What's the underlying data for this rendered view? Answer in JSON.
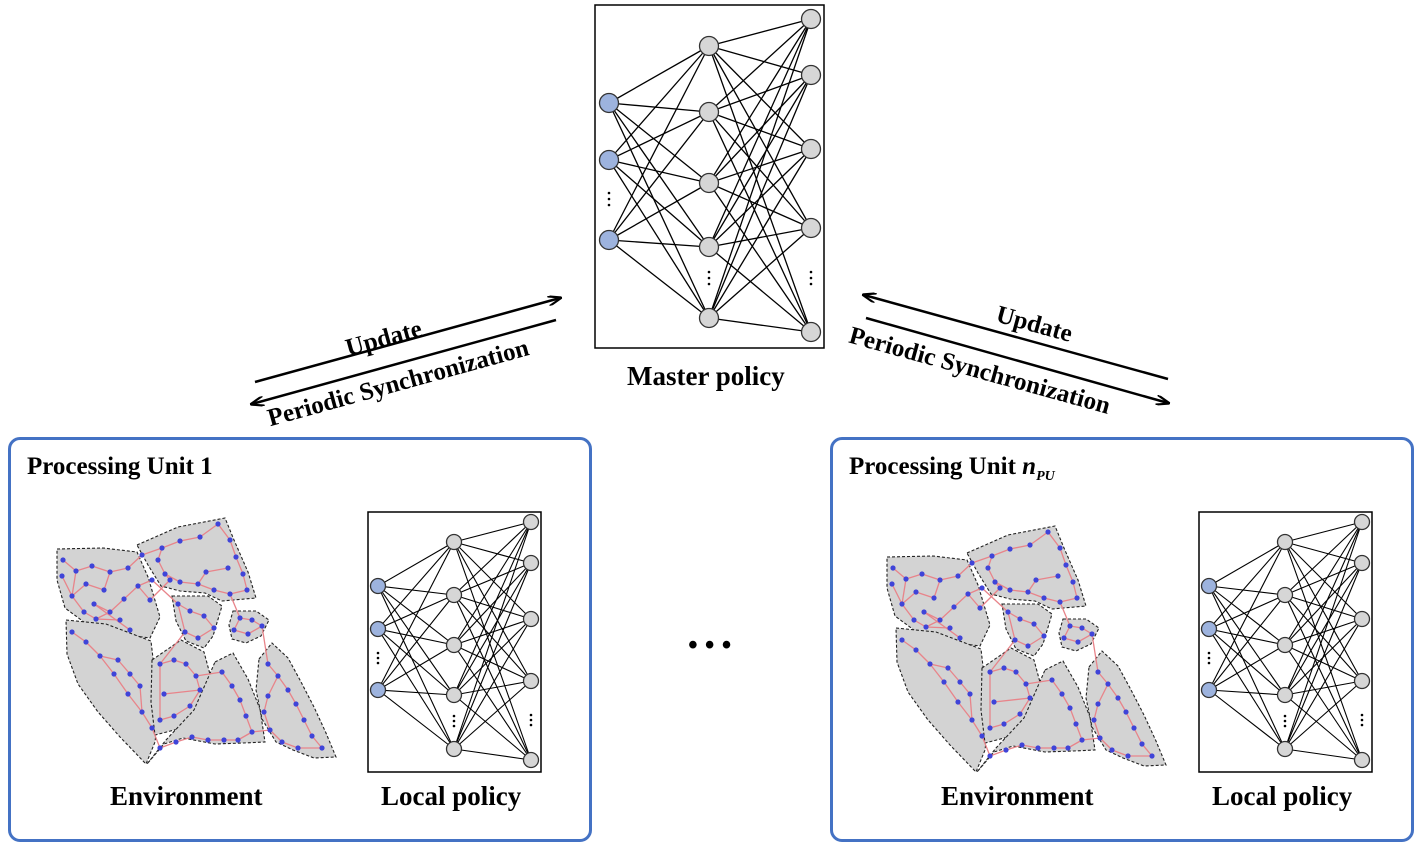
{
  "master": {
    "label": "Master policy"
  },
  "arrows": {
    "left": {
      "top_label": "Update",
      "bottom_label": "Periodic Synchronization"
    },
    "right": {
      "top_label": "Update",
      "bottom_label": "Periodic Synchronization"
    }
  },
  "units": [
    {
      "title_prefix": "Processing Unit ",
      "title_index": "1",
      "title_subscript": "",
      "environment_label": "Environment",
      "policy_label": "Local policy"
    },
    {
      "title_prefix": "Processing Unit ",
      "title_index": "n",
      "title_subscript": "PU",
      "environment_label": "Environment",
      "policy_label": "Local policy"
    }
  ],
  "ellipsis": "• • •",
  "colors": {
    "unit_border": "#4472c4",
    "input_node": "#9db3de",
    "hidden_node": "#d6d6d6",
    "region_fill": "#d3d3d3",
    "region_edge": "#e8848a",
    "graph_node": "#3f44d8"
  }
}
